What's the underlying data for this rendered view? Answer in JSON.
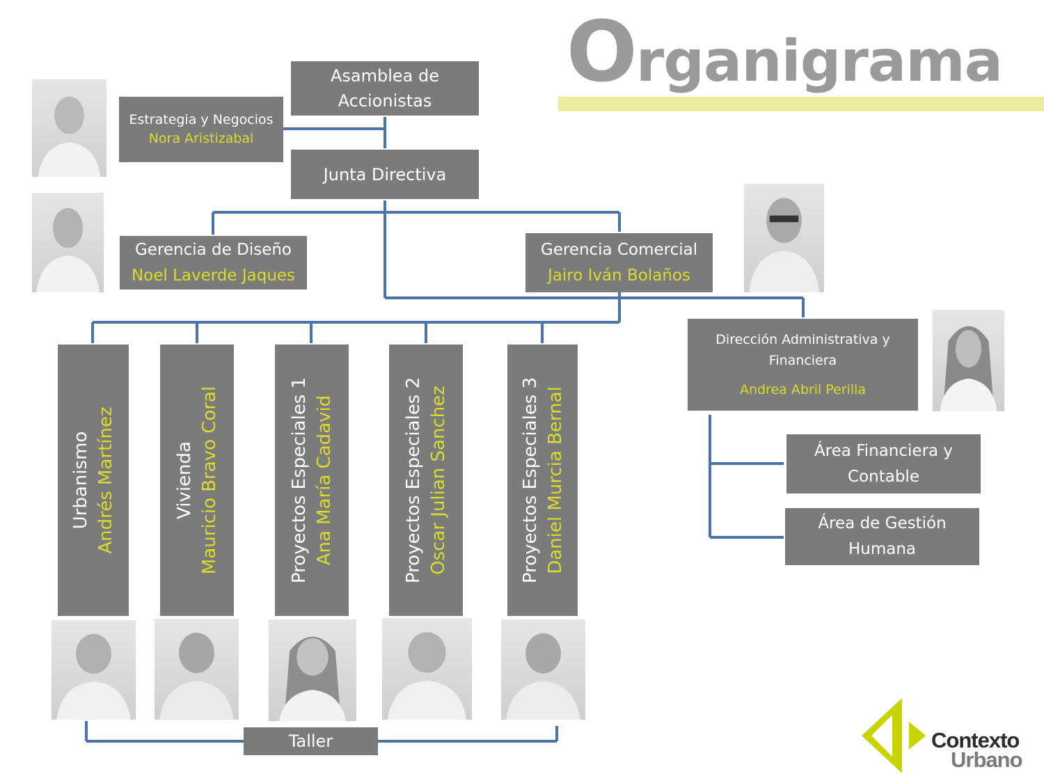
{
  "title": {
    "first_letter": "O",
    "rest": "rganigrama"
  },
  "nodes": {
    "asamblea": {
      "label": "Asamblea de Accionistas"
    },
    "estrategia": {
      "label": "Estrategia y Negocios",
      "name": "Nora Aristizabal"
    },
    "junta": {
      "label": "Junta Directiva"
    },
    "diseno": {
      "label": "Gerencia de Diseño",
      "name": "Noel Laverde Jaques"
    },
    "comercial": {
      "label": "Gerencia Comercial",
      "name": "Jairo Iván Bolaños"
    },
    "direccion": {
      "label": "Dirección Administrativa y Financiera",
      "name": "Andrea Abril Perilla"
    },
    "financiera": {
      "label": "Área Financiera y Contable"
    },
    "humana": {
      "label": "Área de Gestión Humana"
    },
    "urbanismo": {
      "label": "Urbanismo",
      "name": "Andrés Martínez"
    },
    "vivienda": {
      "label": "Vivienda",
      "name": "Mauricio Bravo Coral"
    },
    "pe1": {
      "label": "Proyectos Especiales 1",
      "name": "Ana María Cadavid"
    },
    "pe2": {
      "label": "Proyectos Especiales 2",
      "name": "Oscar Julian Sanchez"
    },
    "pe3": {
      "label": "Proyectos Especiales 3",
      "name": "Daniel Murcia Bernal"
    },
    "taller": {
      "label": "Taller"
    }
  },
  "logo": {
    "line1": "Contexto",
    "line2": "Urbano"
  },
  "colors": {
    "box": "#7b7b7b",
    "name_accent": "#d9dc2a",
    "connector": "#4a74a8",
    "title": "#9a9a9a",
    "title_bar": "#ecec9e",
    "logo_green": "#c8d400"
  }
}
